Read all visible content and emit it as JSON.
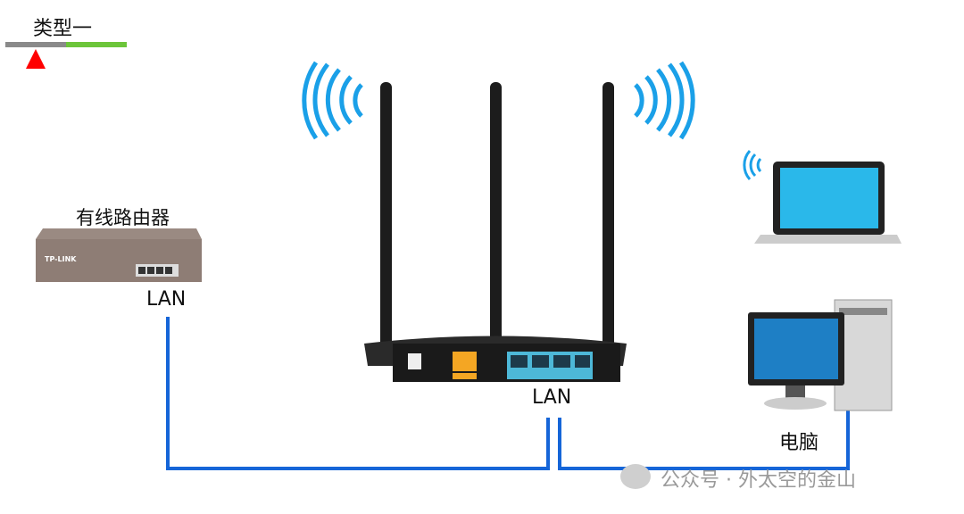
{
  "title": "类型一",
  "wired_router": {
    "label": "有线路由器",
    "brand": "TP-LINK",
    "port_label": "LAN"
  },
  "wireless_router": {
    "port_label": "LAN"
  },
  "computer": {
    "label": "电脑"
  },
  "watermark": "公众号 · 外太空的金山",
  "colors": {
    "cable": "#1565d8",
    "wifi": "#1aa0e8",
    "wan": "#f4a623",
    "lan": "#4db8d8",
    "bar_gray": "#8a8a8a",
    "bar_green": "#6cc53a",
    "marker": "#ff0000"
  }
}
